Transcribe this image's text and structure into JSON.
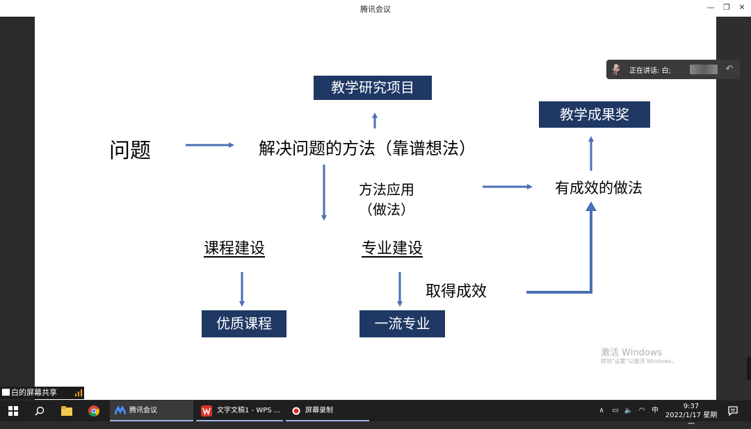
{
  "window": {
    "title": "腾讯会议"
  },
  "speaker": {
    "label": "正在讲话: 白;"
  },
  "slide": {
    "top_box": "教学研究项目",
    "award_box": "教学成果奖",
    "problem": "问题",
    "method": "解决问题的方法（靠谱想法）",
    "application_line1": "方法应用",
    "application_line2": "（做法）",
    "effective_practice": "有成效的做法",
    "course_building": "课程建设",
    "major_building": "专业建设",
    "achieve": "取得成效",
    "quality_course": "优质课程",
    "first_class_major": "一流专业"
  },
  "watermark": {
    "line1": "激活 Windows",
    "line2": "转到\"设置\"以激活 Windows。"
  },
  "share_tag": {
    "label": "白的屏幕共享"
  },
  "taskbar": {
    "apps": [
      {
        "label": "腾讯会议"
      },
      {
        "label": "文字文稿1 - WPS ..."
      },
      {
        "label": "屏幕录制"
      }
    ],
    "ime": "中",
    "time": "9:37",
    "date": "2022/1/17 星期一"
  },
  "colors": {
    "box_fill": "#1f3864",
    "arrow": "#4a6fb5"
  }
}
